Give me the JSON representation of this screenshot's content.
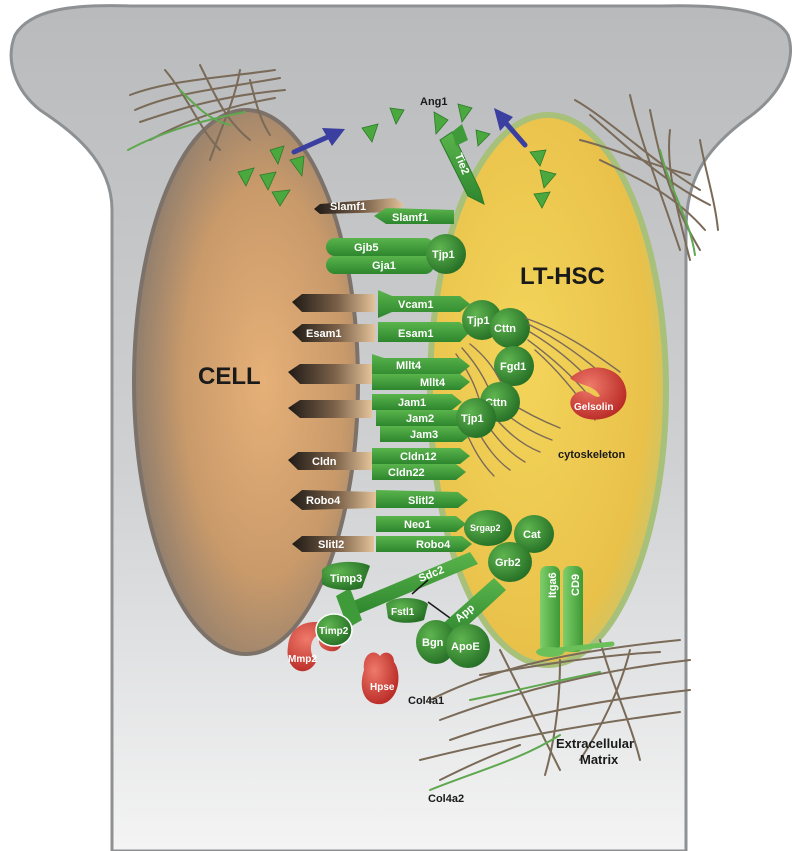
{
  "labels": {
    "cell": "CELL",
    "lt_hsc": "LT-HSC",
    "ang1": "Ang1",
    "tie2": "Tie2",
    "slamf1_left": "Slamf1",
    "slamf1_right": "Slamf1",
    "gjb5": "Gjb5",
    "gja1": "Gja1",
    "tjp1_a": "Tjp1",
    "vcam1": "Vcam1",
    "esam1_left": "Esam1",
    "esam1_right": "Esam1",
    "tjp1_b": "Tjp1",
    "cttn_a": "Cttn",
    "fgd1": "Fgd1",
    "mllt4_a": "Mllt4",
    "mllt4_b": "Mllt4",
    "gelsolin": "Gelsolin",
    "jam1": "Jam1",
    "jam2": "Jam2",
    "jam3": "Jam3",
    "tjp1_c": "Tjp1",
    "cttn_b": "Cttn",
    "cytoskeleton": "cytoskeleton",
    "cldn": "Cldn",
    "cldn12": "Cldn12",
    "cldn22": "Cldn22",
    "robo4_left": "Robo4",
    "slitl2_right": "Slitl2",
    "neo1": "Neo1",
    "srgap2": "Srgap2",
    "cat": "Cat",
    "slitl2_left": "Slitl2",
    "robo4_right": "Robo4",
    "sdc2": "Sdc2",
    "grb2": "Grb2",
    "timp3": "Timp3",
    "fstl1": "Fstl1",
    "app": "App",
    "itga6": "Itga6",
    "cd9": "CD9",
    "timp2": "Timp2",
    "mmp2": "Mmp2",
    "bgn": "Bgn",
    "apoe": "ApoE",
    "hpse": "Hpse",
    "col4a1": "Col4a1",
    "col4a2": "Col4a2",
    "ecm_line1": "Extracellular",
    "ecm_line2": "Matrix"
  },
  "colors": {
    "protein_green": "#3f9a3a",
    "protein_green_dark": "#2a7a2a",
    "protein_green_light": "#6cc05a",
    "enzyme_red": "#d2403a",
    "cell_brown": "#c99a6a",
    "hsc_yellow": "#ecc54a",
    "niche_gray": "#c4c6c8",
    "arrow_blue": "#3b3fa0",
    "fiber_brown": "#7a6a58"
  }
}
